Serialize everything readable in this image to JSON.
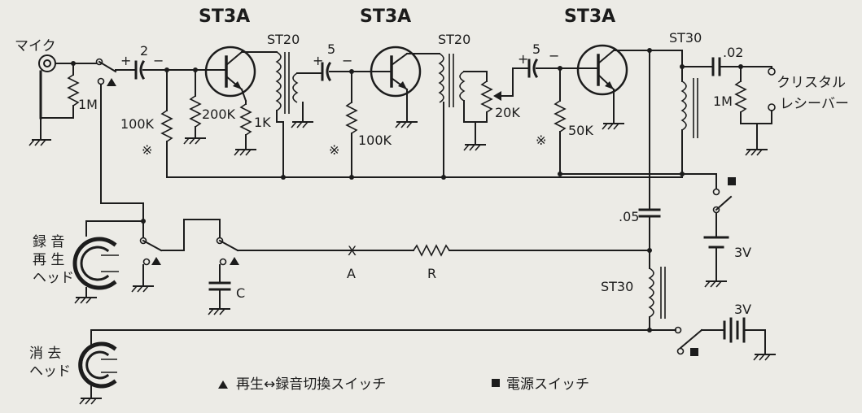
{
  "labels": {
    "tr1": "ST3A",
    "tr2": "ST3A",
    "tr3": "ST3A",
    "mic": "マイク",
    "r_mic": "1M",
    "c1": "2",
    "c2": "5",
    "c3": "5",
    "plus": "+",
    "minus": "−",
    "xfmr1": "ST20",
    "xfmr2": "ST20",
    "xfmr3": "ST30",
    "xfmr4": "ST30",
    "r100k_a": "100K",
    "r200k": "200K",
    "r1k": "1K",
    "r100k_b": "100K",
    "r20k": "20K",
    "r50k": "50K",
    "c_out": ".02",
    "r_out": "1M",
    "crystal_1": "クリスタル",
    "crystal_2": "レシーバー",
    "cap05": ".05",
    "batt1": "3V",
    "batt2": "3V",
    "rec_head_1": "録 音",
    "rec_head_2": "再 生",
    "rec_head_3": "ヘッド",
    "erase_head_1": "消 去",
    "erase_head_2": "ヘッド",
    "cap_c": "C",
    "point_a_mark": "X",
    "point_a": "A",
    "res_r": "R",
    "note_mark": "※",
    "legend_switch": "再生↔録音切換スイッチ",
    "legend_power": "電源スイッチ"
  }
}
